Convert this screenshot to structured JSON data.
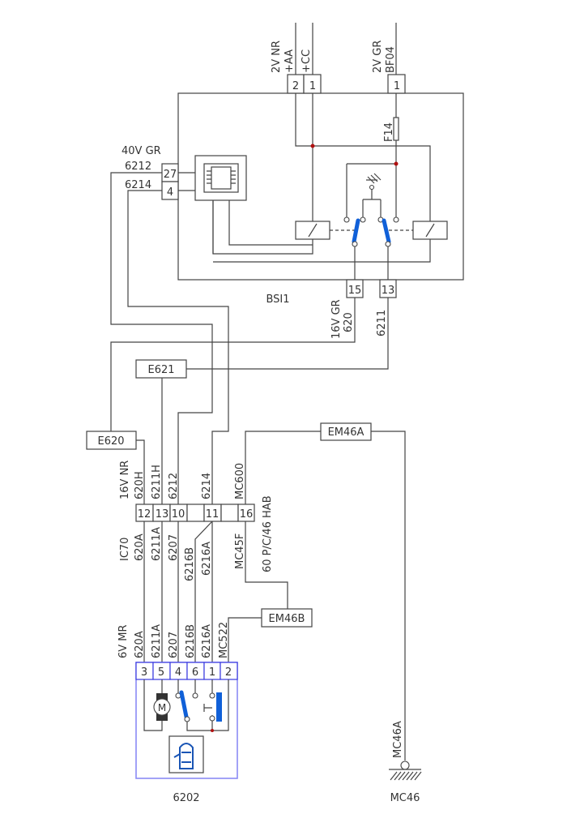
{
  "bsi": {
    "name": "BSI1",
    "top_pins": [
      "2",
      "1",
      "1"
    ],
    "top_labels": {
      "left_conn": "2V NR",
      "wire_a": "+AA",
      "wire_b": "+CC",
      "right_conn": "2V GR",
      "wire_c": "BF04"
    },
    "fuse": "F14",
    "left_conn": "40V GR",
    "left_pins": [
      "27",
      "4"
    ],
    "left_wires": [
      "6212",
      "6214"
    ],
    "bottom_pins": [
      "15",
      "13"
    ],
    "bottom_conn": "16V GR",
    "bottom_wires": [
      "620",
      "6211"
    ]
  },
  "splices": {
    "e620": "E620",
    "e621": "E621",
    "em46a": "EM46A",
    "em46b": "EM46B"
  },
  "ic70": {
    "name": "IC70",
    "conn": "16V NR",
    "pins": [
      "12",
      "13",
      "10",
      "",
      "11",
      "",
      "16"
    ],
    "top_wires": [
      "620H",
      "6211H",
      "6212",
      "6214",
      "MC600"
    ],
    "bottom_wires": [
      "620A",
      "6211A",
      "6207",
      "6216B",
      "6216A",
      "MC45F"
    ],
    "side_label": "60 P/C/46 HAB"
  },
  "component_6202": {
    "name": "6202",
    "conn": "6V MR",
    "pins": [
      "3",
      "5",
      "4",
      "6",
      "1",
      "2"
    ],
    "wires": [
      "620A",
      "6211A",
      "6207",
      "6216B",
      "6216A",
      "MC522"
    ],
    "motor_symbol": "M"
  },
  "ground": {
    "wire": "MC46A",
    "name": "MC46"
  },
  "colors": {
    "switch": "#1060d8",
    "junction": "#b01010",
    "component_border": "#3a3ae0"
  }
}
